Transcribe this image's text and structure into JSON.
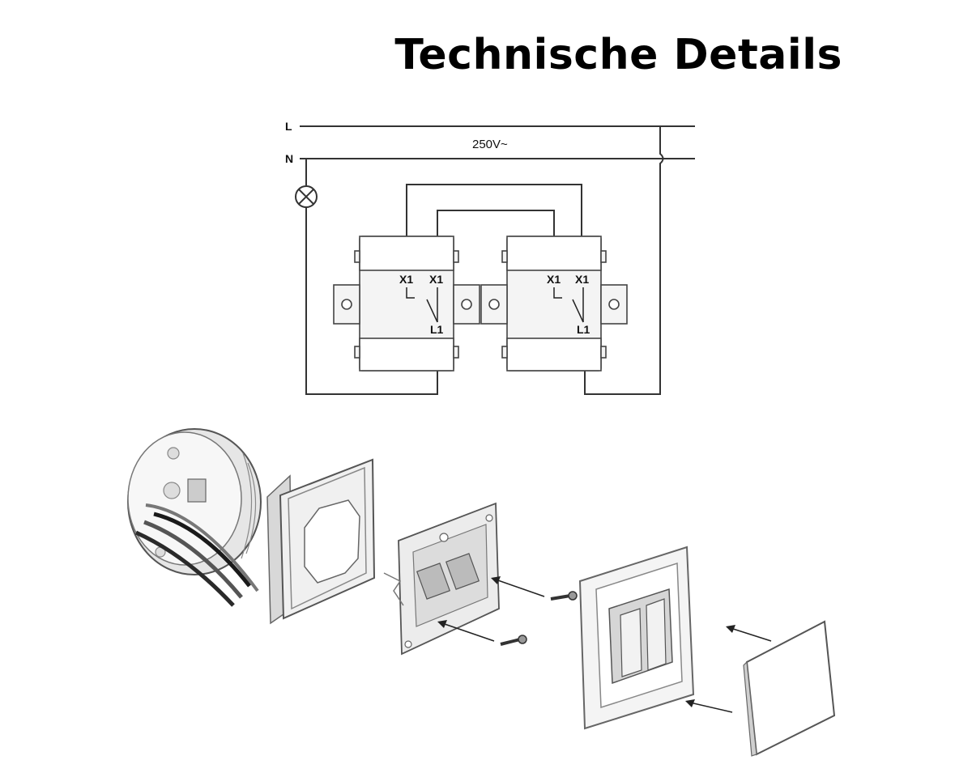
{
  "title": "Technische Details",
  "wiring_diagram": {
    "line_label": "L",
    "neutral_label": "N",
    "voltage": "250V~",
    "switch_left": {
      "terminal_a": "X1",
      "terminal_b": "X1",
      "common": "L1"
    },
    "switch_right": {
      "terminal_a": "X1",
      "terminal_b": "X1",
      "common": "L1"
    }
  }
}
